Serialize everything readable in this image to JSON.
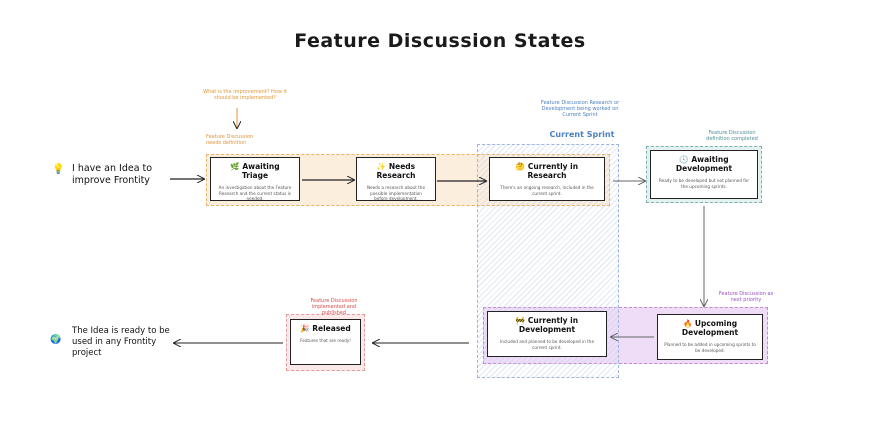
{
  "title": "Feature Discussion States",
  "intro": {
    "icon": "lightbulb-icon",
    "text": "I have an Idea to improve Frontity",
    "question_note": "What is the improvement? How it should be implemented?"
  },
  "end": {
    "icon": "globe-icon",
    "text": "The Idea is ready to be used in any Frontity project"
  },
  "group_notes": {
    "needs_definition": "Feature Discussion needs definition",
    "research_dev": "Feature Discussion Research or Development being worked on Current Sprint",
    "definition_completed": "Feature Discussion definition completed",
    "next_priority": "Feature Discussion as next priority",
    "implemented": "Feature Discussion implemented and published"
  },
  "sprint_label": "Current Sprint",
  "states": {
    "awaiting_triage": {
      "icon": "leaf-icon",
      "emoji": "🌿",
      "title": "Awaiting Triage",
      "desc": "An investigation about the Feature Research and the current status is needed."
    },
    "needs_research": {
      "icon": "sparkle-icon",
      "emoji": "✨",
      "title": "Needs Research",
      "desc": "Needs a research about the possible implementation before development."
    },
    "currently_research": {
      "icon": "thinking-face-icon",
      "emoji": "🤔",
      "title": "Currently in Research",
      "desc": "There's an ongoing research, included in the current sprint."
    },
    "awaiting_dev": {
      "icon": "clock-icon",
      "emoji": "🕓",
      "title": "Awaiting Development",
      "desc": "Ready to be developed but not planned for the upcoming sprints."
    },
    "upcoming_dev": {
      "icon": "fire-icon",
      "emoji": "🔥",
      "title": "Upcoming Development",
      "desc": "Planned to be added in upcoming sprints to be developed."
    },
    "currently_dev": {
      "icon": "construction-icon",
      "emoji": "🚧",
      "title": "Currently in Development",
      "desc": "Included and planned to be developed in the current sprint."
    },
    "released": {
      "icon": "party-icon",
      "emoji": "🎉",
      "title": "Released",
      "desc": "Features that are ready!"
    }
  },
  "colors": {
    "triage_group": "#fbeedd",
    "triage_border": "#e6b36e",
    "sprint_border": "#9fb5e0",
    "sprint_hatch": "#c6d3f0",
    "teal_border": "#7fb0b4",
    "teal_fill": "#e3f1f0",
    "purple_border": "#c08ad8",
    "purple_fill": "#efdcf7",
    "red_border": "#e39a9a",
    "red_fill": "#fbe9ea"
  }
}
